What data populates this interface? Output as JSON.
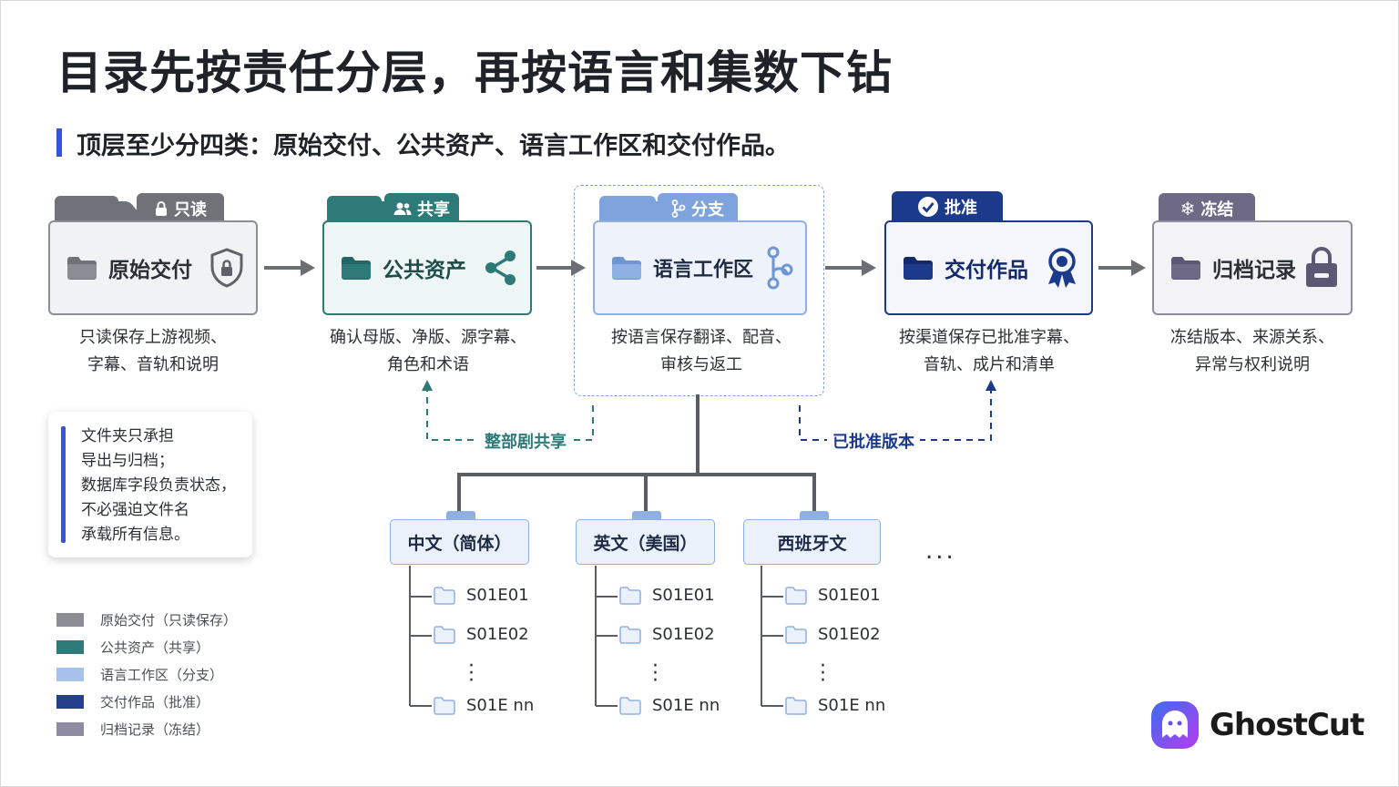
{
  "title": "目录先按责任分层，再按语言和集数下钻",
  "subtitle": "顶层至少分四类：原始交付、公共资产、语言工作区和交付作品。",
  "folders": [
    {
      "label": "原始交付",
      "badge": "只读",
      "badge_icon": "lock-icon",
      "right_icon": "shield-lock-icon",
      "desc_line1": "只读保存上游视频、",
      "desc_line2": "字幕、音轨和说明",
      "color": "#7b7f86"
    },
    {
      "label": "公共资产",
      "badge": "共享",
      "badge_icon": "people-icon",
      "right_icon": "share-icon",
      "desc_line1": "确认母版、净版、源字幕、",
      "desc_line2": "角色和术语",
      "color": "#2d7a78"
    },
    {
      "label": "语言工作区",
      "badge": "分支",
      "badge_icon": "branch-icon",
      "right_icon": "branch-icon",
      "desc_line1": "按语言保存翻译、配音、",
      "desc_line2": "审核与返工",
      "color": "#7fa3dc"
    },
    {
      "label": "交付作品",
      "badge": "批准",
      "badge_icon": "check-circle-icon",
      "right_icon": "award-ribbon-icon",
      "desc_line1": "按渠道保存已批准字幕、",
      "desc_line2": "音轨、成片和清单",
      "color": "#1c3a8c"
    },
    {
      "label": "归档记录",
      "badge": "冻结",
      "badge_icon": "snowflake-icon",
      "right_icon": "archive-lock-icon",
      "desc_line1": "冻结版本、来源关系、",
      "desc_line2": "异常与权利说明",
      "color": "#6e6a86"
    }
  ],
  "flows": {
    "shared": "整部剧共享",
    "approved": "已批准版本"
  },
  "note": {
    "line1": "文件夹只承担",
    "line2": "导出与归档；",
    "line3": "数据库字段负责状态，",
    "line4": "不必强迫文件名",
    "line5": "承载所有信息。"
  },
  "legend": [
    {
      "label": "原始交付（只读保存）",
      "color": "#8a8d93"
    },
    {
      "label": "公共资产（共享）",
      "color": "#2d7a78"
    },
    {
      "label": "语言工作区（分支）",
      "color": "#a6c1ea"
    },
    {
      "label": "交付作品（批准）",
      "color": "#253f8f"
    },
    {
      "label": "归档记录（冻结）",
      "color": "#8f8ba3"
    }
  ],
  "languages": [
    {
      "name": "中文（简体）",
      "episodes": [
        "S01E01",
        "S01E02",
        "S01E nn"
      ]
    },
    {
      "name": "英文（美国）",
      "episodes": [
        "S01E01",
        "S01E02",
        "S01E nn"
      ]
    },
    {
      "name": "西班牙文",
      "episodes": [
        "S01E01",
        "S01E02",
        "S01E nn"
      ]
    }
  ],
  "more": "...",
  "logo": {
    "text": "GhostCut",
    "icon": "ghost-icon"
  }
}
